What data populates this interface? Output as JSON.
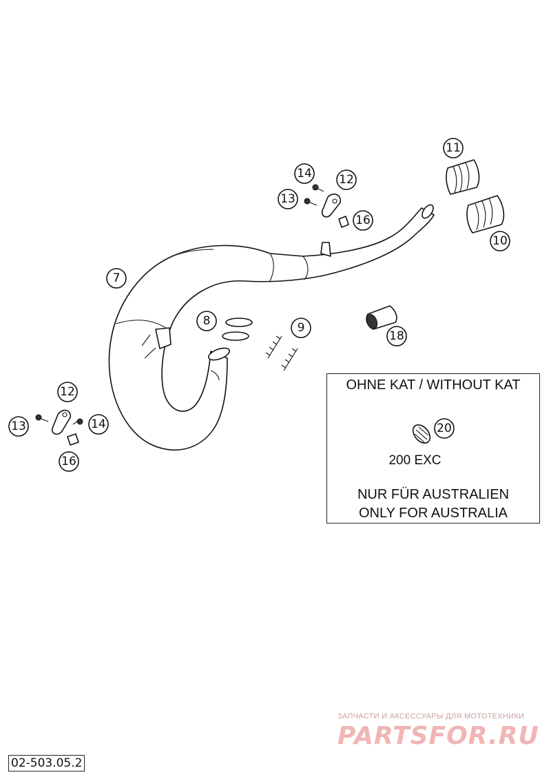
{
  "callouts": [
    {
      "id": "c7",
      "label": "7"
    },
    {
      "id": "c8",
      "label": "8"
    },
    {
      "id": "c9",
      "label": "9"
    },
    {
      "id": "c10",
      "label": "10"
    },
    {
      "id": "c11",
      "label": "11"
    },
    {
      "id": "c12a",
      "label": "12"
    },
    {
      "id": "c13a",
      "label": "13"
    },
    {
      "id": "c14a",
      "label": "14"
    },
    {
      "id": "c16a",
      "label": "16"
    },
    {
      "id": "c12b",
      "label": "12"
    },
    {
      "id": "c13b",
      "label": "13"
    },
    {
      "id": "c14b",
      "label": "14"
    },
    {
      "id": "c16b",
      "label": "16"
    },
    {
      "id": "c18",
      "label": "18"
    },
    {
      "id": "c20",
      "label": "20"
    }
  ],
  "info_box": {
    "title": "OHNE KAT / WITHOUT KAT",
    "model": "200 EXC",
    "note_de": "NUR FÜR AUSTRALIEN",
    "note_en": "ONLY FOR AUSTRALIA"
  },
  "diagram_code": "02-503.05.2",
  "watermark": {
    "tagline": "ЗАПЧАСТИ И АКСЕССУАРЫ ДЛЯ МОТОТЕХНИКИ",
    "brand": "PARTSFOR.RU"
  }
}
